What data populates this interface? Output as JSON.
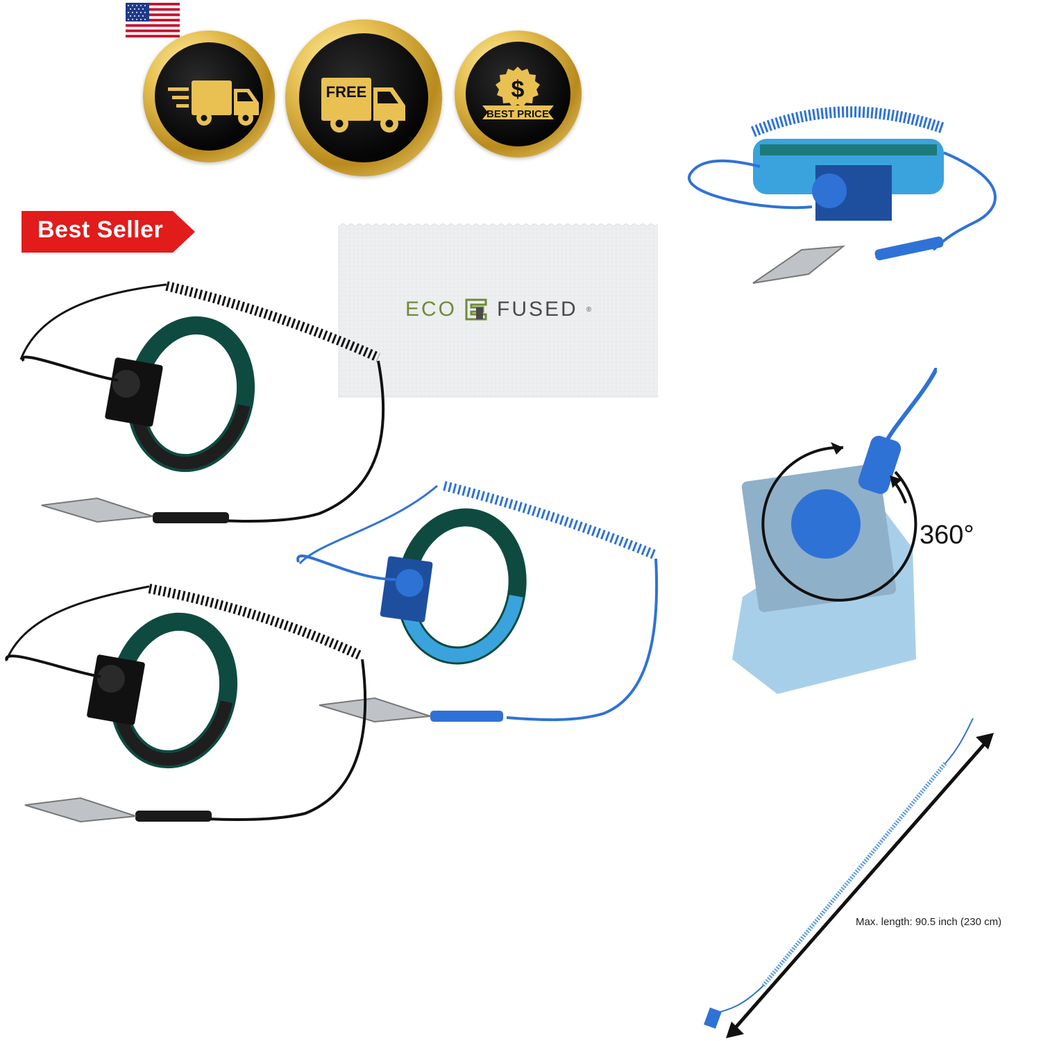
{
  "badges": {
    "free_label": "FREE",
    "dollar_symbol": "$",
    "best_price_label": "BEST PRICE"
  },
  "ribbon": {
    "label": "Best Seller",
    "color": "#e21b1b"
  },
  "cloth": {
    "brand_left": "ECO",
    "brand_right": "FUSED",
    "registered": "®"
  },
  "rotation": {
    "label": "360°"
  },
  "cable_length": {
    "label": "Max. length: 90.5 inch (230 cm)"
  },
  "colors": {
    "gold": "#d9ad3b",
    "black_strap": "#1e1e1e",
    "green_strap": "#0f4a40",
    "blue_strap": "#3aa3dd",
    "blue_cord": "#2f72d6"
  },
  "icons": [
    "us-flag-icon",
    "fast-delivery-truck-icon",
    "free-shipping-truck-icon",
    "best-price-seal-icon",
    "rotation-arrows-icon",
    "length-arrow-icon"
  ]
}
